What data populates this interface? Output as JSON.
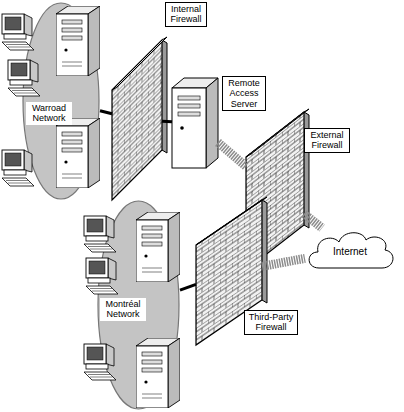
{
  "diagram": {
    "nodes": [
      {
        "text": [
          "Warroad Network"
        ]
      },
      {
        "text": [
          "Internal Firewall"
        ]
      },
      {
        "text": [
          "Remote Access Server"
        ]
      },
      {
        "text": [
          "External Firewall"
        ]
      },
      {
        "text": [
          "Internet"
        ]
      },
      {
        "text": [
          "Montréal Network"
        ]
      },
      {
        "text": [
          "Third-Party Firewall"
        ]
      }
    ],
    "edges": [
      {
        "from": 0,
        "to": 1,
        "arrow": "none"
      },
      {
        "from": 1,
        "to": 2,
        "arrow": "none"
      },
      {
        "from": 2,
        "to": 3,
        "arrow": "none"
      },
      {
        "from": 3,
        "to": 4,
        "arrow": "none"
      },
      {
        "from": 5,
        "to": 6,
        "arrow": "none"
      },
      {
        "from": 6,
        "to": 4,
        "arrow": "none"
      }
    ]
  }
}
